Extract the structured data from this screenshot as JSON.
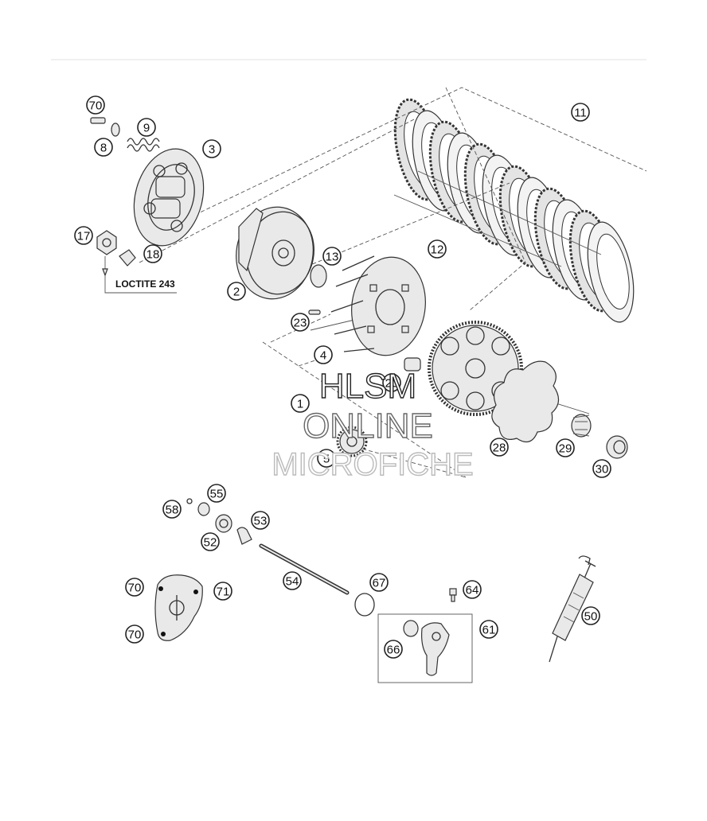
{
  "diagram": {
    "note_label": "LOCTITE 243",
    "callouts": [
      "70",
      "8",
      "9",
      "3",
      "17",
      "18",
      "2",
      "13",
      "11",
      "12",
      "23",
      "4",
      "20",
      "1",
      "5",
      "28",
      "29",
      "30",
      "58",
      "55",
      "52",
      "53",
      "54",
      "67",
      "64",
      "61",
      "66",
      "70",
      "71",
      "70",
      "50"
    ],
    "watermark": {
      "line1": "HLSM",
      "line2": "ONLINE",
      "line3": "MICROFICHE"
    }
  }
}
